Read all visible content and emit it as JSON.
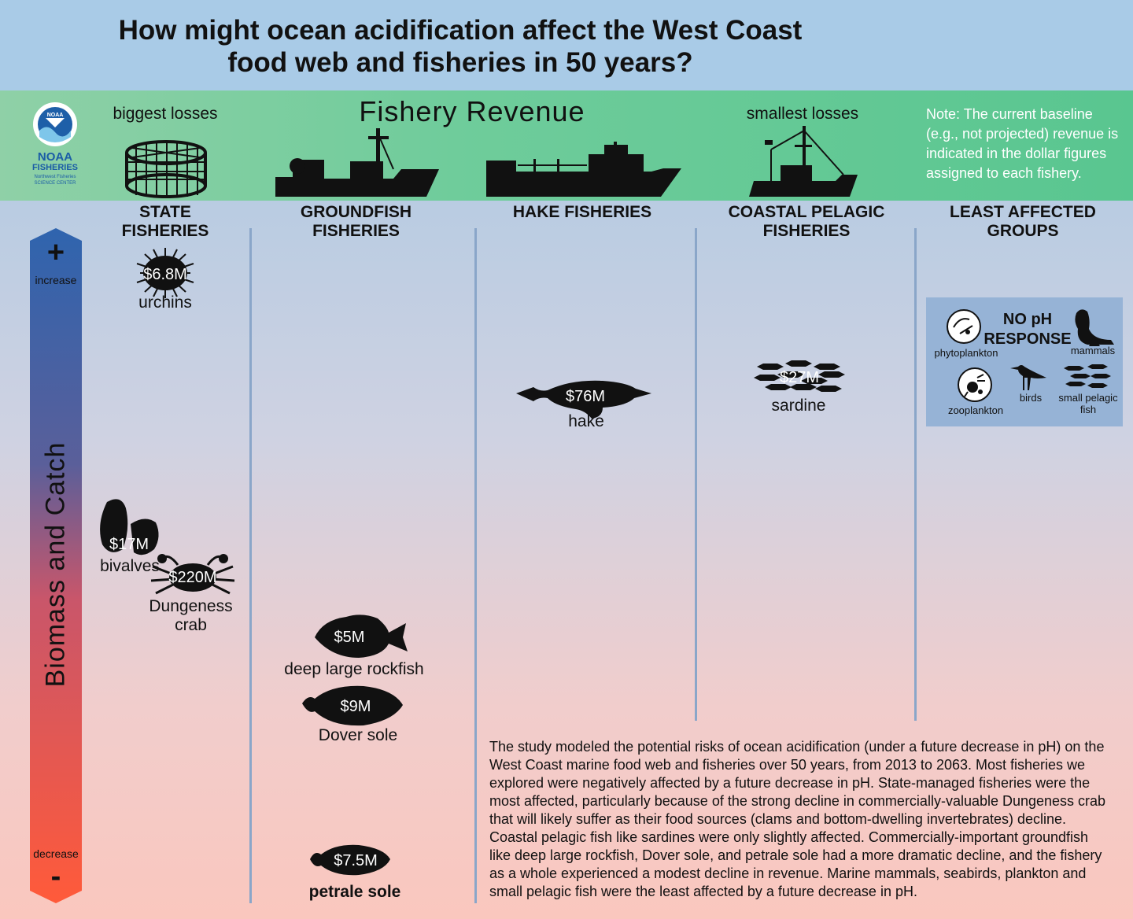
{
  "header": {
    "title_line1": "How might ocean acidification affect the West Coast",
    "title_line2": "food web and fisheries in 50 years?"
  },
  "revenue_band": {
    "heading": "Fishery Revenue",
    "biggest_losses": "biggest losses",
    "smallest_losses": "smallest losses",
    "note": "Note: The current baseline (e.g., not projected) revenue is indicated in the dollar figures assigned to each fishery.",
    "logo": {
      "text": "NOAA",
      "line1": "NOAA",
      "line2": "FISHERIES",
      "line3": "Northwest Fisheries",
      "line4": "SCIENCE CENTER"
    }
  },
  "columns": [
    {
      "label": "STATE FISHERIES"
    },
    {
      "label": "GROUNDFISH FISHERIES"
    },
    {
      "label": "HAKE FISHERIES"
    },
    {
      "label": "COASTAL PELAGIC FISHERIES"
    },
    {
      "label": "LEAST AFFECTED GROUPS"
    }
  ],
  "axis": {
    "label": "Biomass and Catch",
    "plus": "+",
    "increase": "increase",
    "decrease": "decrease",
    "minus": "-",
    "colors": {
      "top": "#2f64ae",
      "bottom": "#ff5a3a"
    }
  },
  "items": {
    "urchins": {
      "value": "$6.8M",
      "name": "urchins"
    },
    "bivalves": {
      "value": "$17M",
      "name": "bivalves"
    },
    "crab": {
      "value": "$220M",
      "name": "Dungeness crab"
    },
    "rockfish": {
      "value": "$5M",
      "name": "deep large rockfish"
    },
    "dover": {
      "value": "$9M",
      "name": "Dover sole"
    },
    "petrale": {
      "value": "$7.5M",
      "name": "petrale sole"
    },
    "hake": {
      "value": "$76M",
      "name": "hake"
    },
    "sardine": {
      "value": "$27M",
      "name": "sardine"
    }
  },
  "least_affected": {
    "heading_line1": "NO pH",
    "heading_line2": "RESPONSE",
    "phytoplankton": "phytoplankton",
    "mammals": "mammals",
    "zooplankton": "zooplankton",
    "birds": "birds",
    "small_pelagic_line1": "small pelagic",
    "small_pelagic_line2": "fish"
  },
  "study_text": "The study modeled the potential risks of ocean acidification (under a future decrease in pH) on the West Coast marine food web and fisheries over 50 years, from 2013 to 2063. Most fisheries we explored were negatively affected by a future decrease in pH. State-managed fisheries were the most affected, particularly because of the strong decline in commercially-valuable Dungeness crab that will likely suffer as their food sources (clams and bottom-dwelling invertebrates) decline. Coastal pelagic fish like sardines were only slightly affected. Commercially-important groundfish like deep large rockfish, Dover sole, and petrale sole had a more dramatic decline, and the fishery as a whole experienced a modest decline in revenue. Marine mammals, seabirds, plankton and small pelagic fish were the least affected by a future decrease in pH.",
  "palette": {
    "title_band": "#a9cbe7",
    "revenue_band": "#6fcc9b",
    "least_box": "#96b3d6",
    "silhouette": "#111111"
  }
}
